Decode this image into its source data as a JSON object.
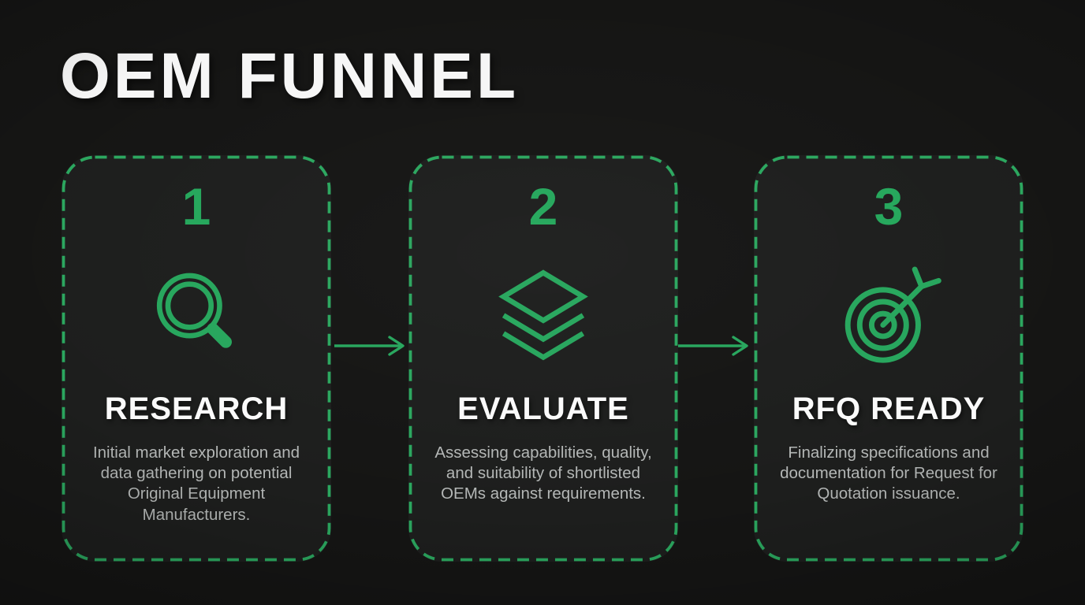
{
  "page": {
    "title": "OEM FUNNEL",
    "background_color": "#151514",
    "card_background_color": "#1d1e1d",
    "accent_green": "#27a65d",
    "heading_text_color": "#f6f6f6",
    "body_text_color": "#b4b7b6"
  },
  "steps": [
    {
      "number": "1",
      "icon": "magnifier-search-icon",
      "title": "RESEARCH",
      "description": "Initial market exploration and data gathering on potential Original Equipment Manufacturers."
    },
    {
      "number": "2",
      "icon": "layers-stack-icon",
      "title": "EVALUATE",
      "description": "Assessing capabilities, quality, and suitability of shortlisted OEMs against requirements."
    },
    {
      "number": "3",
      "icon": "target-arrow-icon",
      "title": "RFQ READY",
      "description": "Finalizing specifications and documentation for Request for Quotation issuance."
    }
  ],
  "connectors": [
    {
      "icon": "arrow-right-icon"
    },
    {
      "icon": "arrow-right-icon"
    }
  ]
}
